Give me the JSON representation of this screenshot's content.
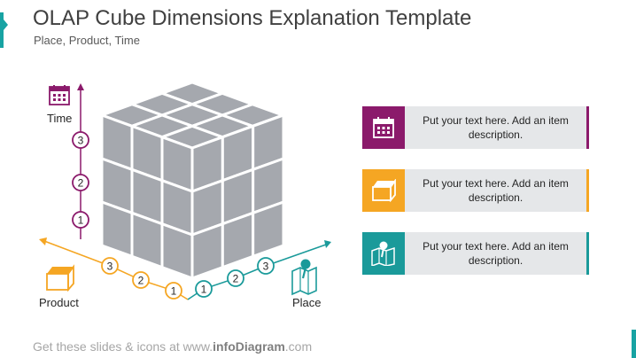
{
  "title": "OLAP Cube Dimensions Explanation Template",
  "subtitle": "Place, Product, Time",
  "footer": {
    "prefix": "Get these slides & icons at www.",
    "brand": "infoDiagram",
    "suffix": ".com"
  },
  "axes": {
    "time": {
      "label": "Time",
      "steps": [
        "1",
        "2",
        "3"
      ],
      "color": "#8b1a6b",
      "icon": "calendar-icon"
    },
    "product": {
      "label": "Product",
      "steps": [
        "1",
        "2",
        "3"
      ],
      "color": "#f5a623",
      "icon": "box-icon"
    },
    "place": {
      "label": "Place",
      "steps": [
        "1",
        "2",
        "3"
      ],
      "color": "#1a9a9a",
      "icon": "map-pin-icon"
    }
  },
  "cards": [
    {
      "text": "Put your text here. Add an item description.",
      "color": "#8b1a6b",
      "icon": "calendar-icon"
    },
    {
      "text": "Put your text here. Add an item description.",
      "color": "#f5a623",
      "icon": "box-icon"
    },
    {
      "text": "Put your text here. Add an item description.",
      "color": "#1a9a9a",
      "icon": "map-pin-icon"
    }
  ],
  "colors": {
    "cube": "#a5a8ae",
    "cube_gap": "#ffffff",
    "accent": "#18a3a3"
  }
}
